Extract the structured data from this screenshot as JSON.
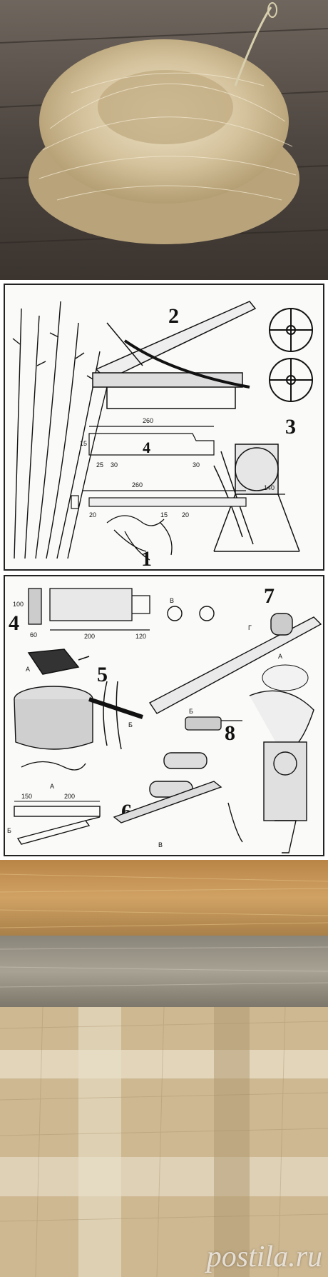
{
  "photo_panel_1": {
    "subject": "flax-fiber-coil-with-needle"
  },
  "diagram_1": {
    "step_numbers": [
      "1",
      "2",
      "3"
    ],
    "letters": [
      "4"
    ],
    "dimensions": [
      "260",
      "15",
      "25",
      "30",
      "30",
      "260",
      "140",
      "20",
      "15",
      "20"
    ]
  },
  "diagram_2": {
    "step_numbers": [
      "4",
      "5",
      "6",
      "7",
      "8"
    ],
    "letters": [
      "А",
      "Б",
      "В",
      "Г",
      "А",
      "Б",
      "А",
      "Б",
      "В"
    ],
    "dimensions": [
      "100",
      "60",
      "200",
      "120",
      "150",
      "200"
    ]
  },
  "photo_panel_3": {
    "subject": "flax-fiber-strands"
  },
  "photo_panel_4": {
    "subject": "woven-linen-cloth"
  },
  "watermark": {
    "text": "postila.ru"
  }
}
